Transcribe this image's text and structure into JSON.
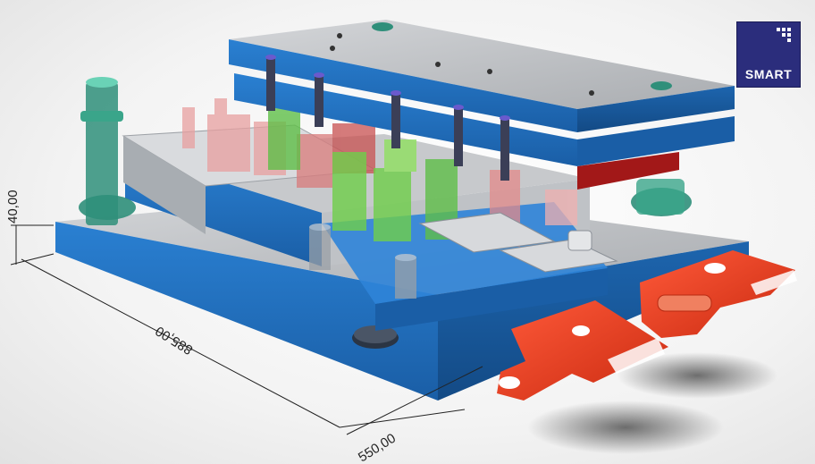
{
  "logo": {
    "text": "SMART",
    "colors": {
      "background": "#2b2d7c",
      "text": "#ffffff"
    }
  },
  "dimensions": {
    "height": "40,00",
    "length": "885,00",
    "width": "550,00"
  },
  "colors": {
    "plate_blue": "#1f6fc0",
    "plate_top_grey": "#b9bcc0",
    "part_red": "#e2391c",
    "guide_green": "#2f8f7a",
    "insert_green": "#6fcf4a",
    "insert_pink": "#e8a0a0",
    "punch_dark": "#3b3f57"
  },
  "icons": [
    "logo-pixel-mark"
  ]
}
